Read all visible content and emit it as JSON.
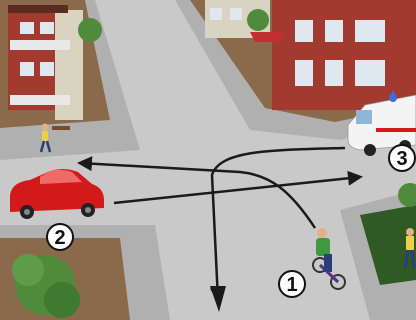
{
  "labels": [
    {
      "id": "cyclist",
      "text": "1"
    },
    {
      "id": "car",
      "text": "2"
    },
    {
      "id": "ambulance",
      "text": "3"
    }
  ],
  "colors": {
    "road": "#c9c9c9",
    "sidewalk": "#b3b3b3",
    "grass": "#4f8a3d",
    "car": "#d31a1a",
    "building_brick": "#a33a2f",
    "ambulance": "#f4f4f4",
    "arrow": "#1a1a1a"
  },
  "icons": [
    "car-icon",
    "bicycle-icon",
    "ambulance-icon",
    "pedestrian-icon",
    "tree-icon",
    "house-icon"
  ]
}
